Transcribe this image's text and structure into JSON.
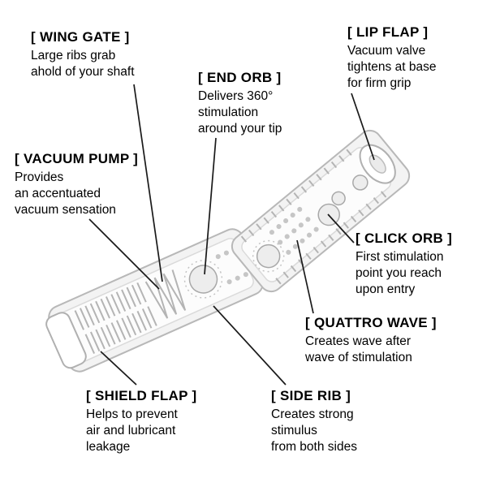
{
  "callouts": [
    {
      "id": "wing-gate",
      "title": "[ WING GATE ]",
      "desc": "Large ribs grab\nahold of your shaft"
    },
    {
      "id": "end-orb",
      "title": "[ END ORB ]",
      "desc": "Delivers 360°\nstimulation\naround your tip"
    },
    {
      "id": "lip-flap",
      "title": "[ LIP FLAP ]",
      "desc": "Vacuum valve\ntightens at base\nfor firm grip"
    },
    {
      "id": "vacuum-pump",
      "title": "[ VACUUM PUMP ]",
      "desc": "Provides\nan accentuated\nvacuum sensation"
    },
    {
      "id": "click-orb",
      "title": "[ CLICK ORB ]",
      "desc": "First stimulation\npoint you reach\nupon entry"
    },
    {
      "id": "quattro-wave",
      "title": "[ QUATTRO WAVE ]",
      "desc": "Creates wave after\nwave of stimulation"
    },
    {
      "id": "shield-flap",
      "title": "[ SHIELD FLAP ]",
      "desc": "Helps to prevent\nair and lubricant\nleakage"
    },
    {
      "id": "side-rib",
      "title": "[ SIDE RIB ]",
      "desc": "Creates strong\nstimulus\nfrom both sides"
    }
  ],
  "colors": {
    "background": "#ffffff",
    "text": "#000000",
    "leader-line": "#1a1a1a",
    "device-outline": "#b8b8b8",
    "device-fill": "#f3f3f3"
  }
}
